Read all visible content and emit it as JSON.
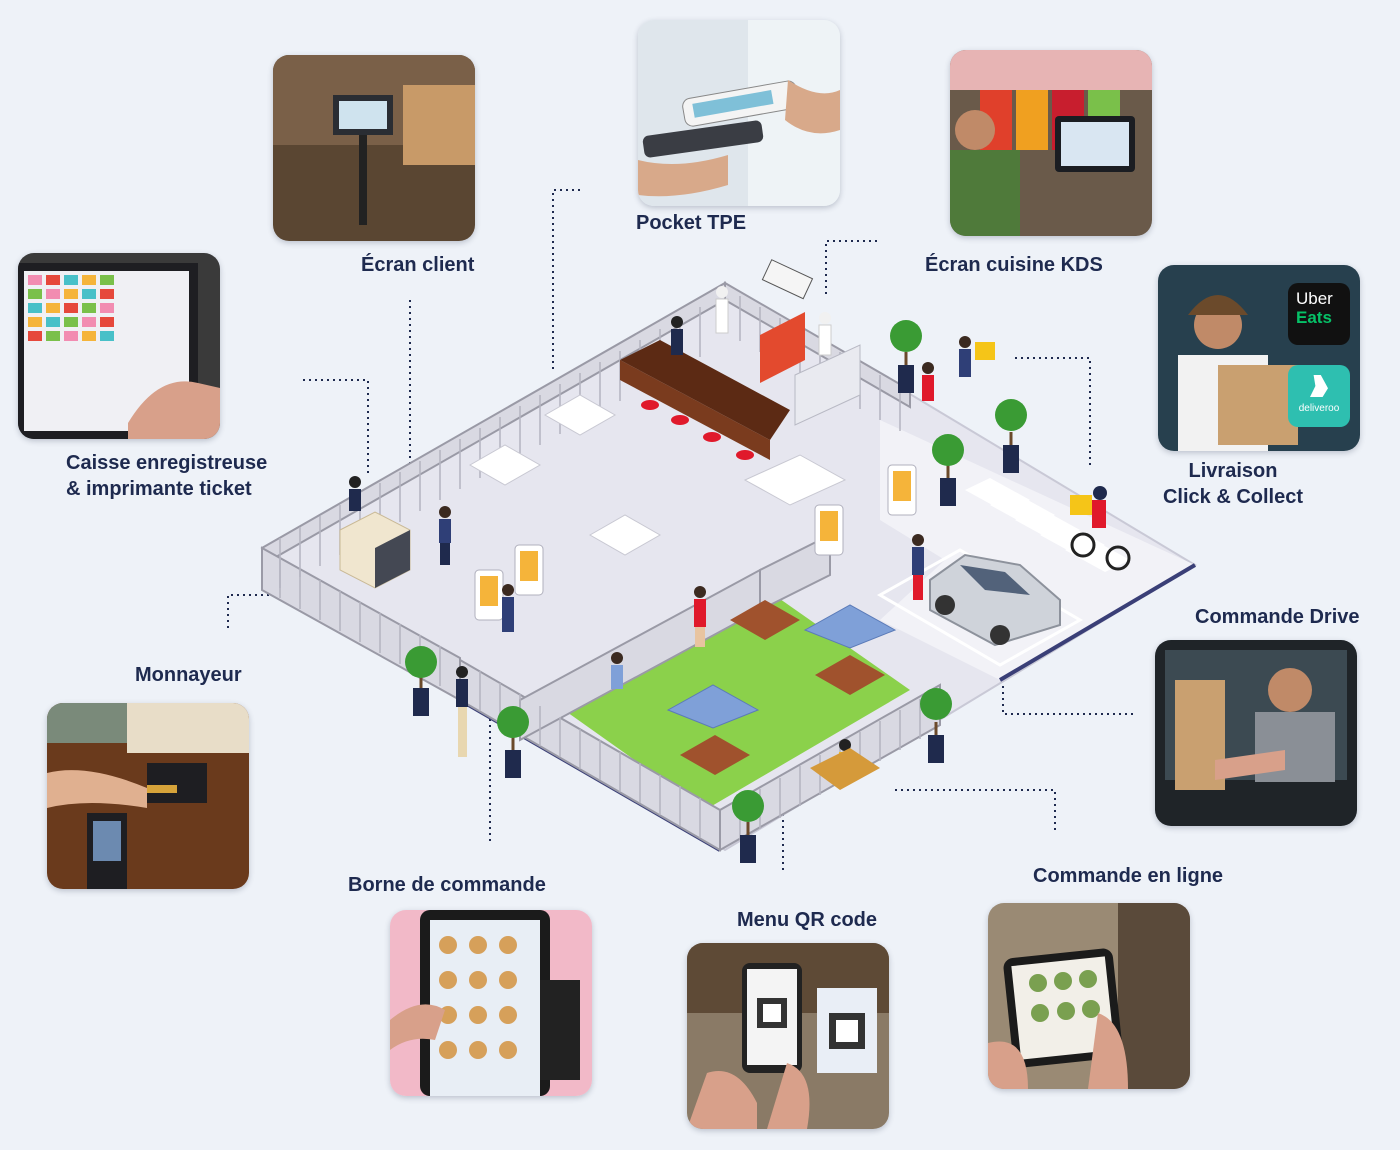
{
  "labels": {
    "pocket_tpe": "Pocket TPE",
    "ecran_client": "Écran client",
    "ecran_cuisine": "Écran cuisine KDS",
    "caisse_line1": "Caisse enregistreuse",
    "caisse_line2": "& imprimante ticket",
    "livraison_line1": "Livraison",
    "livraison_line2": "Click & Collect",
    "commande_drive": "Commande Drive",
    "monnayeur": "Monnayeur",
    "borne": "Borne de commande",
    "menu_qr": "Menu QR code",
    "commande_ligne": "Commande en ligne"
  },
  "logos": {
    "uber_line1": "Uber",
    "uber_line2": "Eats",
    "deliveroo": "deliveroo"
  },
  "colors": {
    "background": "#eef2f8",
    "label_text": "#1e2a4f",
    "lawn": "#8bd14b",
    "floor": "#e6e6ef",
    "connector": "#1e2a4f"
  }
}
